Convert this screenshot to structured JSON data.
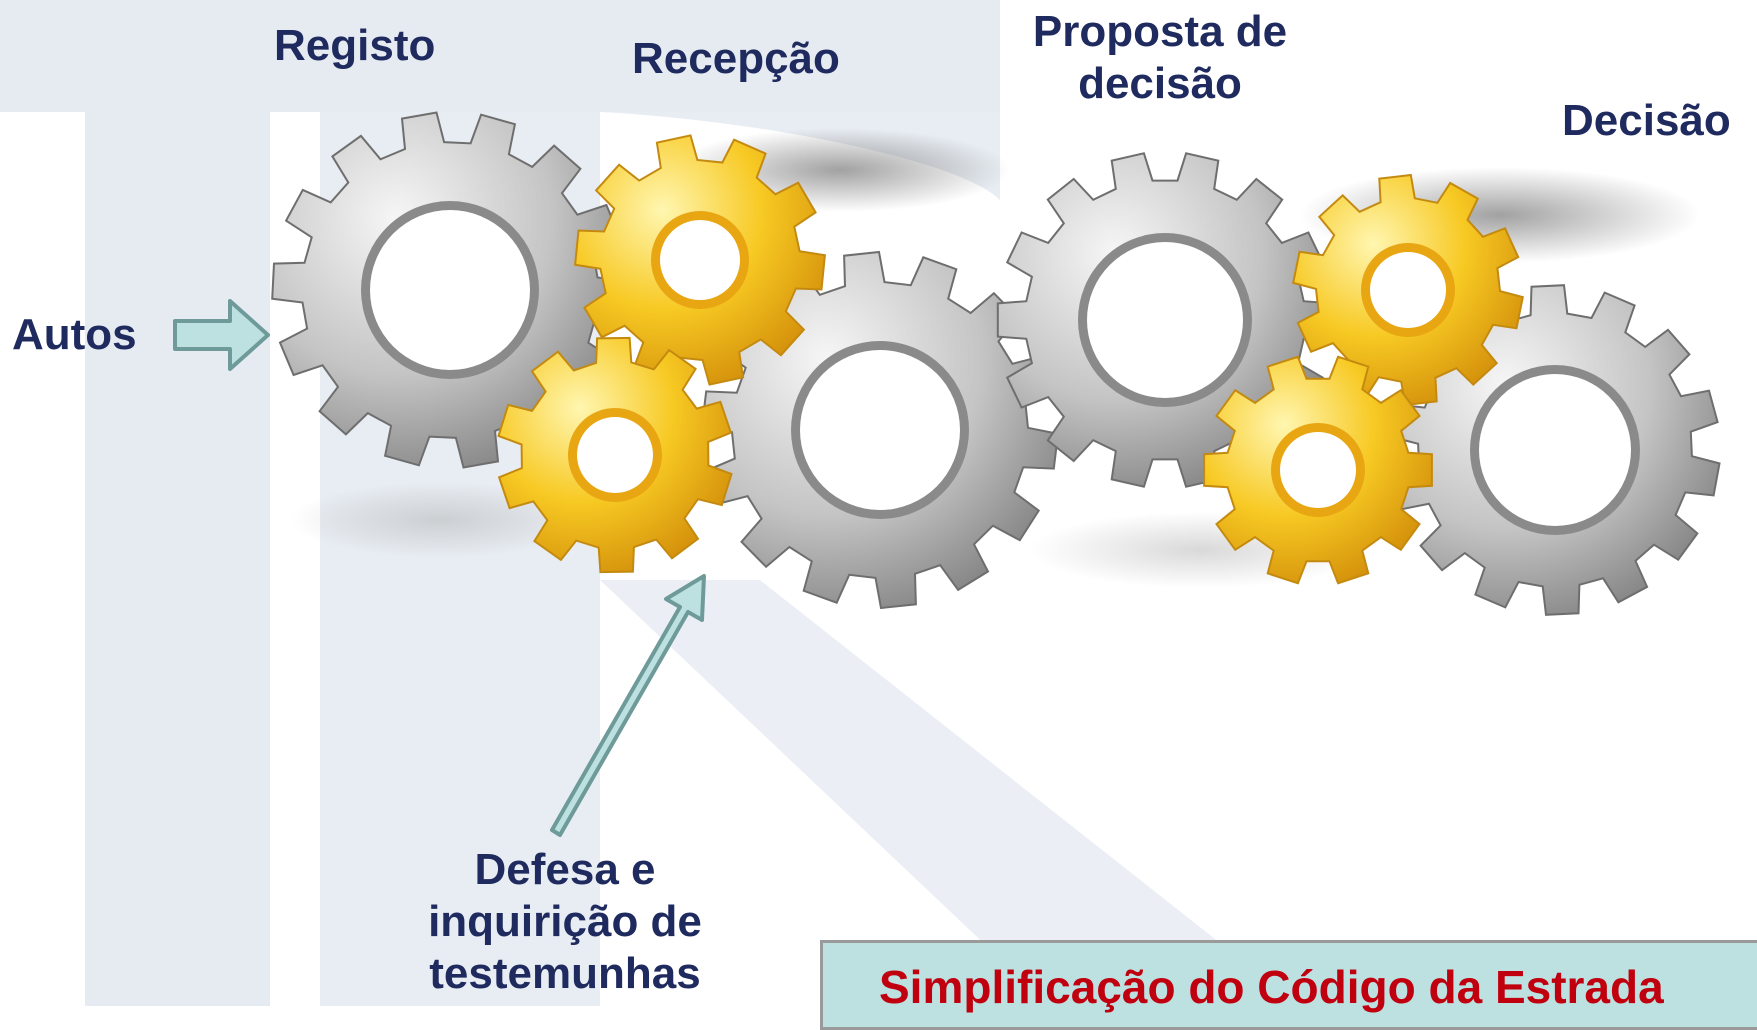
{
  "labels": {
    "registo": "Registo",
    "recepcao": "Recepção",
    "proposta_line1": "Proposta de",
    "proposta_line2": "decisão",
    "decisao": "Decisão",
    "autos": "Autos",
    "defesa_line1": "Defesa e",
    "defesa_line2": "inquirição de",
    "defesa_line3": "testemunhas"
  },
  "banner": {
    "text": "Simplificação do Código da Estrada"
  },
  "colors": {
    "label_text": "#1f2a5e",
    "banner_text": "#c0000f",
    "banner_bg": "#bde0e0",
    "arrow_fill": "#bde0e0",
    "arrow_stroke": "#6f9a9a",
    "gear_silver": "#a9a9a9",
    "gear_gold": "#f5c21b",
    "watermark": "#e6ebf2"
  },
  "icons": {
    "gear_grey": "gear-icon",
    "gear_gold": "gear-icon",
    "arrow": "arrow-icon"
  }
}
